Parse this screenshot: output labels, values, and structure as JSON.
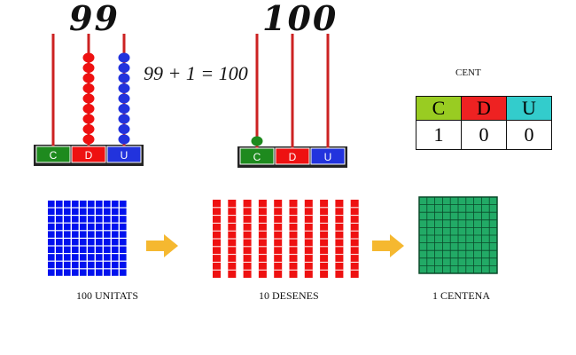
{
  "abacus_left": {
    "title": "99",
    "labels": [
      "C",
      "D",
      "U"
    ],
    "beads": {
      "C": 0,
      "D": 9,
      "U": 9
    }
  },
  "equation": "99 + 1 = 100",
  "abacus_right": {
    "title": "100",
    "labels": [
      "C",
      "D",
      "U"
    ],
    "beads": {
      "C": 1,
      "D": 0,
      "U": 0
    }
  },
  "place_value": {
    "label": "CENT",
    "headers": [
      "C",
      "D",
      "U"
    ],
    "values": [
      "1",
      "0",
      "0"
    ]
  },
  "blocks": {
    "units_caption": "100 UNITATS",
    "tens_caption": "10 DESENES",
    "hundred_caption": "1 CENTENA"
  },
  "colors": {
    "C": "#1e8a1e",
    "D": "#ee1111",
    "U": "#2233dd",
    "header_C": "#99cc22",
    "header_D": "#ee2222",
    "header_U": "#33cccc",
    "arrow": "#f5b830",
    "units": "#0011ee",
    "tens": "#ee1111",
    "hundred": "#22aa66"
  }
}
